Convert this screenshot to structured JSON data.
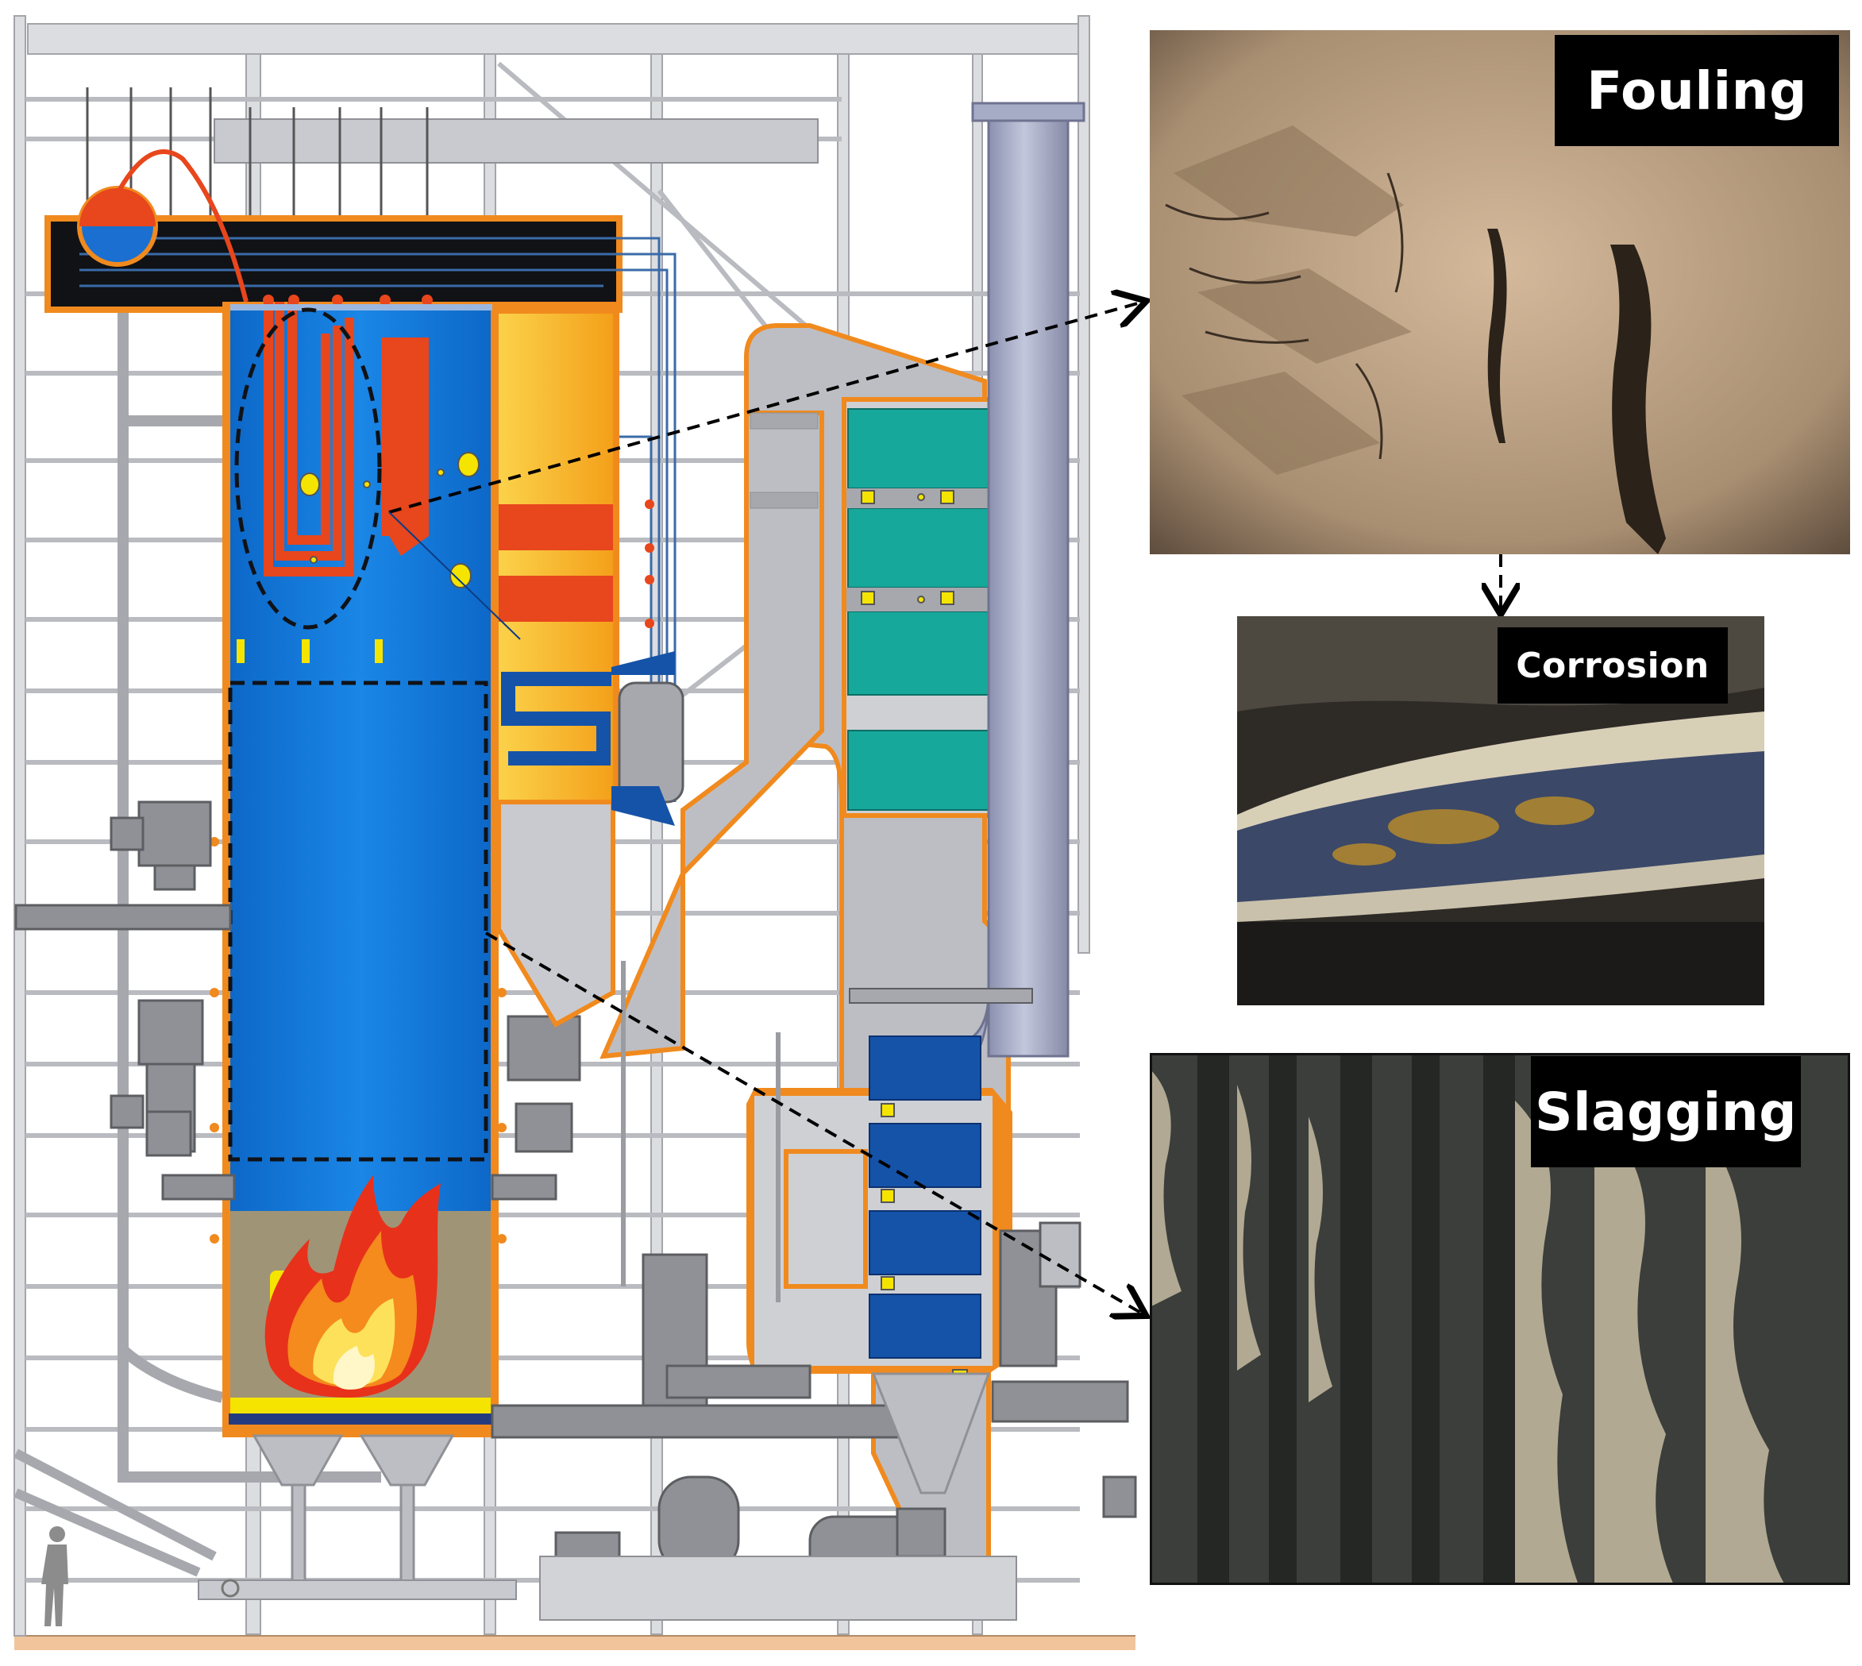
{
  "labels": {
    "fouling": "Fouling",
    "corrosion": "Corrosion",
    "slagging": "Slagging"
  },
  "colors": {
    "furnace_blue": "#0f70d0",
    "superheater_red": "#e8461c",
    "casing_orange": "#f08a1e",
    "convective_yellow": "#f9b21b",
    "teal_module": "#16a89a",
    "dark_blue_module": "#1553a8",
    "steel_gray": "#a7a8ae",
    "stack_lavender": "#a6abc6",
    "ground": "#f1c49b",
    "flame_red": "#e8311a",
    "flame_orange": "#f58a1d",
    "flame_yellow": "#fde15a"
  },
  "icons": {
    "steam_drum": "steam-drum-icon",
    "flame": "flame-icon",
    "person": "person-silhouette-icon",
    "arrow": "dashed-arrow-icon"
  }
}
